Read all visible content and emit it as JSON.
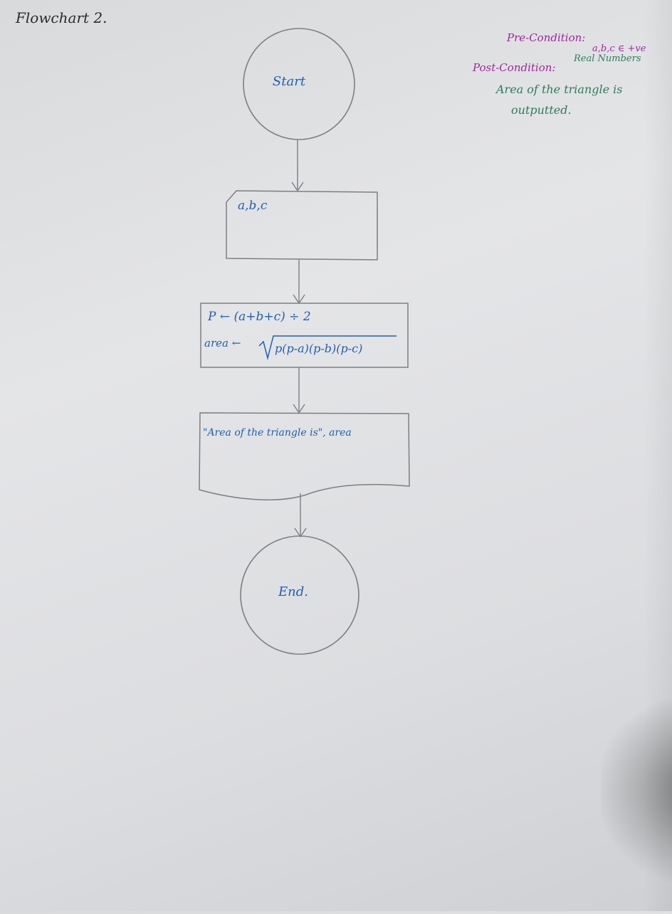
{
  "page": {
    "title": "Flowchart 2."
  },
  "conditions": {
    "pre_label": "Pre-Condition:",
    "pre_value": "a,b,c ∈ +ve",
    "pre_value_2": "Real Numbers",
    "post_label": "Post-Condition:",
    "post_line_1": "Area of the triangle is",
    "post_line_2": "outputted."
  },
  "flowchart": {
    "start": "Start",
    "input": "a,b,c",
    "process_line_1": "P ← (a+b+c) ÷ 2",
    "process_line_2_prefix": "area ←",
    "process_line_2_radicand": "p(p-a)(p-b)(p-c)",
    "output": "\"Area of the triangle is\", area",
    "end": "End."
  },
  "colors": {
    "ink_blue": "#1f5fb4",
    "ink_purple": "#a1269e",
    "ink_green": "#2f7d5a",
    "pencil": "#7d7f83",
    "title_ink": "#2a2a2a"
  }
}
